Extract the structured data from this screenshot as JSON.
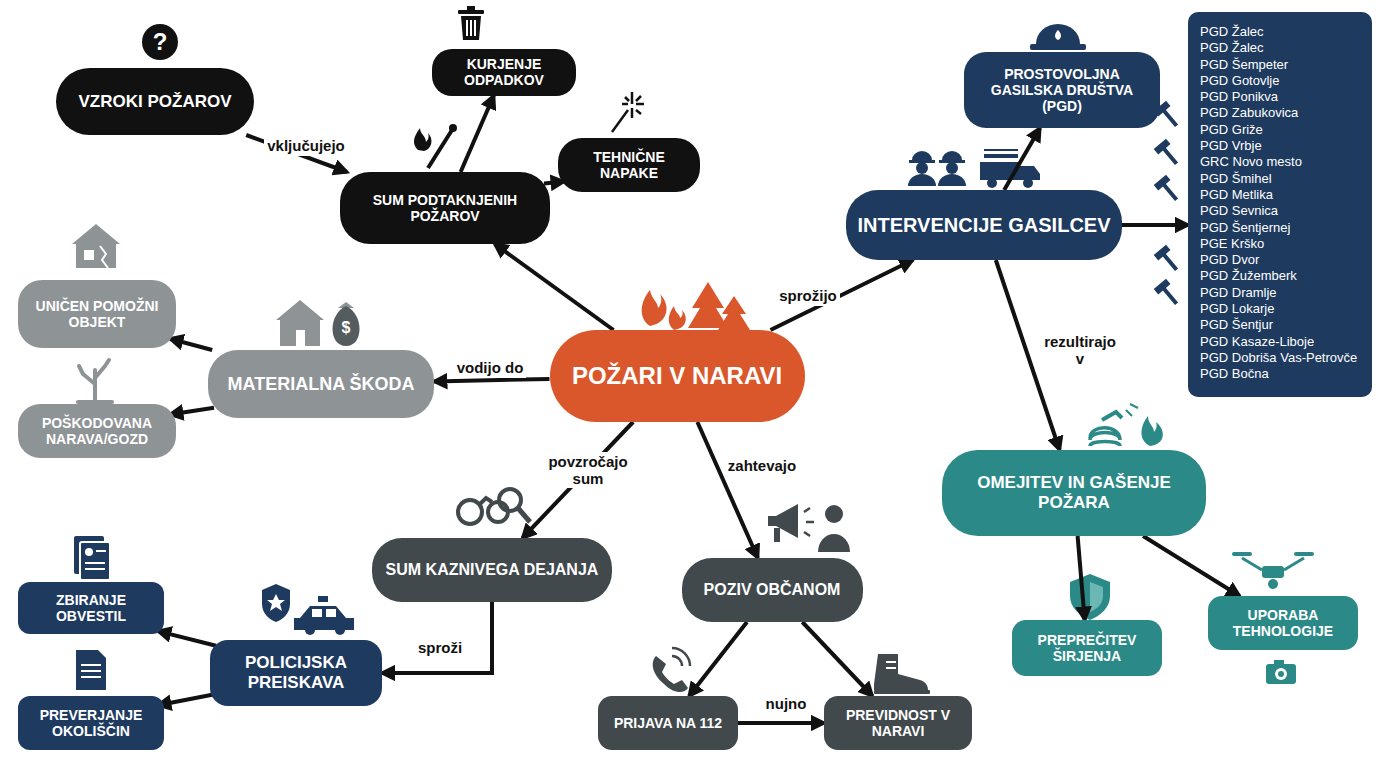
{
  "diagram": {
    "nodes": [
      {
        "text": [
          "VZROKI POŽAROV"
        ]
      },
      {
        "text": [
          "KURJENJE ODPADKOV"
        ]
      },
      {
        "text": [
          "SUM PODTAKNJENIH POŽAROV"
        ]
      },
      {
        "text": [
          "TEHNIČNE NAPAKE"
        ]
      },
      {
        "text": [
          "PROSTOVOLJNA GASILSKA DRUŠTVA (PGD)"
        ]
      },
      {
        "text": [
          "PGD Žalec",
          "PGD Žalec",
          "PGD Šempeter",
          "PGD Gotovlje",
          "PGD Ponikva",
          "PGD Zabukovica",
          "PGD Griže",
          "PGD Vrbje",
          "GRC Novo mesto",
          "PGD Šmihel",
          "PGD Metlika",
          "PGD Sevnica",
          "PGD Šentjernej",
          "PGE Krško",
          "PGD Dvor",
          "PGD Žužemberk",
          "PGD Dramlje",
          "PGD Lokarje",
          "PGD Šentjur",
          "PGD Kasaze-Liboje",
          "PGD Dobriša Vas-Petrovče",
          "PGD Bočna"
        ]
      },
      {
        "text": [
          "UNIČEN POMOŽNI OBJEKT"
        ]
      },
      {
        "text": [
          "INTERVENCIJE GASILCEV"
        ]
      },
      {
        "text": [
          "MATERIALNA ŠKODA"
        ]
      },
      {
        "text": [
          "POŽARI V NARAVI"
        ]
      },
      {
        "text": [
          "POŠKODOVANA NARAVA/GOZD"
        ]
      },
      {
        "text": [
          "OMEJITEV IN GAŠENJE POŽARA"
        ]
      },
      {
        "text": [
          "SUM KAZNIVEGA DEJANJA"
        ]
      },
      {
        "text": [
          "POZIV OBČANOM"
        ]
      },
      {
        "text": [
          "ZBIRANJE OBVESTIL"
        ]
      },
      {
        "text": [
          "POLICIJSKA PREISKAVA"
        ]
      },
      {
        "text": [
          "PREPREČITEV ŠIRJENJA"
        ]
      },
      {
        "text": [
          "UPORABA TEHNOLOGIJE"
        ]
      },
      {
        "text": [
          "PREVERJANJE OKOLIŠČIN"
        ]
      },
      {
        "text": [
          "PRIJAVA NA 112"
        ]
      },
      {
        "text": [
          "PREVIDNOST V NARAVI"
        ]
      }
    ],
    "edges": [
      {
        "from": 0,
        "to": 2,
        "label": "vključujejo",
        "arrow": "to"
      },
      {
        "from": 2,
        "to": 1,
        "arrow": "to"
      },
      {
        "from": 2,
        "to": 3,
        "arrow": "to"
      },
      {
        "from": 9,
        "to": 2,
        "arrow": "to"
      },
      {
        "from": 9,
        "to": 8,
        "label": "vodijo do",
        "arrow": "to"
      },
      {
        "from": 8,
        "to": 6,
        "arrow": "to"
      },
      {
        "from": 8,
        "to": 10,
        "arrow": "to"
      },
      {
        "from": 9,
        "to": 7,
        "label": "sprožijo",
        "arrow": "to"
      },
      {
        "from": 7,
        "to": 4,
        "arrow": "to"
      },
      {
        "from": 7,
        "to": 5,
        "arrow": "to"
      },
      {
        "from": 7,
        "to": 11,
        "label": "rezultirajo v",
        "arrow": "to"
      },
      {
        "from": 11,
        "to": 16,
        "arrow": "to"
      },
      {
        "from": 11,
        "to": 17,
        "arrow": "to"
      },
      {
        "from": 9,
        "to": 12,
        "label": "povzročajo sum",
        "arrow": "to"
      },
      {
        "from": 12,
        "to": 15,
        "label": "sproži",
        "arrow": "to"
      },
      {
        "from": 15,
        "to": 14,
        "arrow": "to"
      },
      {
        "from": 15,
        "to": 18,
        "arrow": "to"
      },
      {
        "from": 9,
        "to": 13,
        "label": "zahtevajo",
        "arrow": "to"
      },
      {
        "from": 13,
        "to": 19,
        "arrow": "to"
      },
      {
        "from": 13,
        "to": 20,
        "arrow": "to"
      },
      {
        "from": 19,
        "to": 20,
        "label": "nujno",
        "arrow": "to"
      }
    ],
    "labels": [
      "?",
      "$"
    ]
  }
}
